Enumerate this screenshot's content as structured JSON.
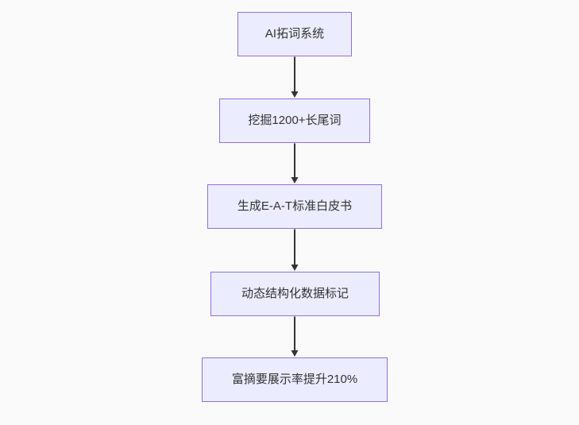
{
  "diagram": {
    "type": "flowchart",
    "direction": "top-to-bottom",
    "nodes": [
      {
        "id": "node-1",
        "label": "AI拓词系统"
      },
      {
        "id": "node-2",
        "label": "挖掘1200+长尾词"
      },
      {
        "id": "node-3",
        "label": "生成E-A-T标准白皮书"
      },
      {
        "id": "node-4",
        "label": "动态结构化数据标记"
      },
      {
        "id": "node-5",
        "label": "富摘要展示率提升210%"
      }
    ],
    "edges": [
      {
        "from": "node-1",
        "to": "node-2"
      },
      {
        "from": "node-2",
        "to": "node-3"
      },
      {
        "from": "node-3",
        "to": "node-4"
      },
      {
        "from": "node-4",
        "to": "node-5"
      }
    ],
    "colors": {
      "background": "#FAFAFA",
      "node_fill": "#ECECFF",
      "node_border": "#9370DB",
      "edge": "#333333",
      "text": "#333333"
    }
  }
}
